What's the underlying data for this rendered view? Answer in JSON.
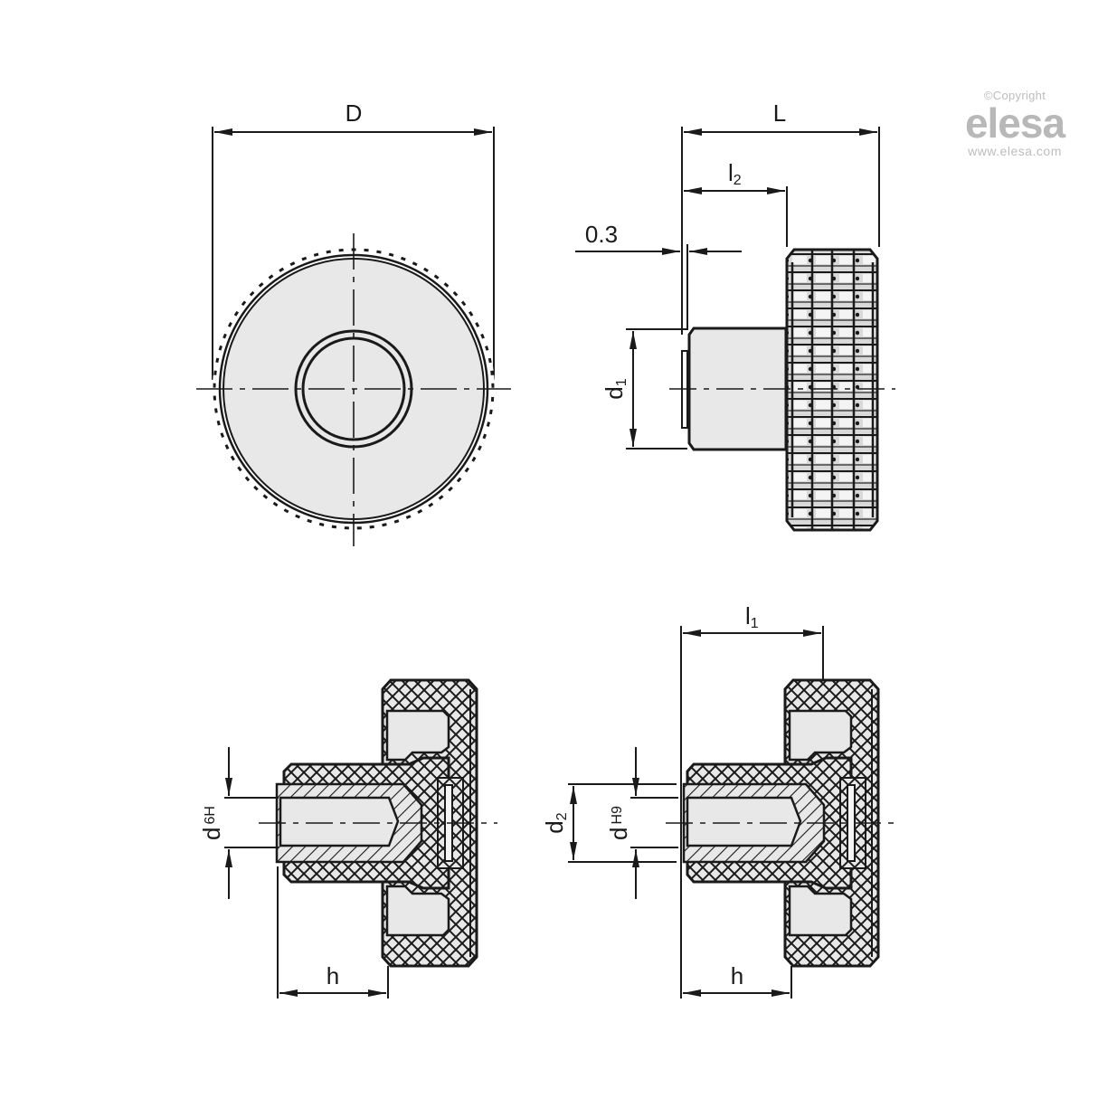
{
  "watermark": {
    "copyright": "©Copyright",
    "brand": "elesa",
    "url": "www.elesa.com"
  },
  "colors": {
    "line": "#1a1a1a",
    "fill_light": "#e8e8e8",
    "background": "#ffffff",
    "watermark": "#bdbdbd"
  },
  "views": {
    "front": {
      "dimensions": {
        "D": "D"
      }
    },
    "side": {
      "dimensions": {
        "L": "L",
        "l2_main": "l",
        "l2_sub": "2",
        "gap": "0.3",
        "d1_main": "d",
        "d1_sub": "1"
      }
    },
    "section_threaded": {
      "dimensions": {
        "d_main": "d",
        "d_tol": "6H",
        "h": "h"
      }
    },
    "section_plain": {
      "dimensions": {
        "l1_main": "l",
        "l1_sub": "1",
        "d2_main": "d",
        "d2_sub": "2",
        "d_main": "d",
        "d_tol": "H9",
        "h": "h"
      }
    }
  }
}
